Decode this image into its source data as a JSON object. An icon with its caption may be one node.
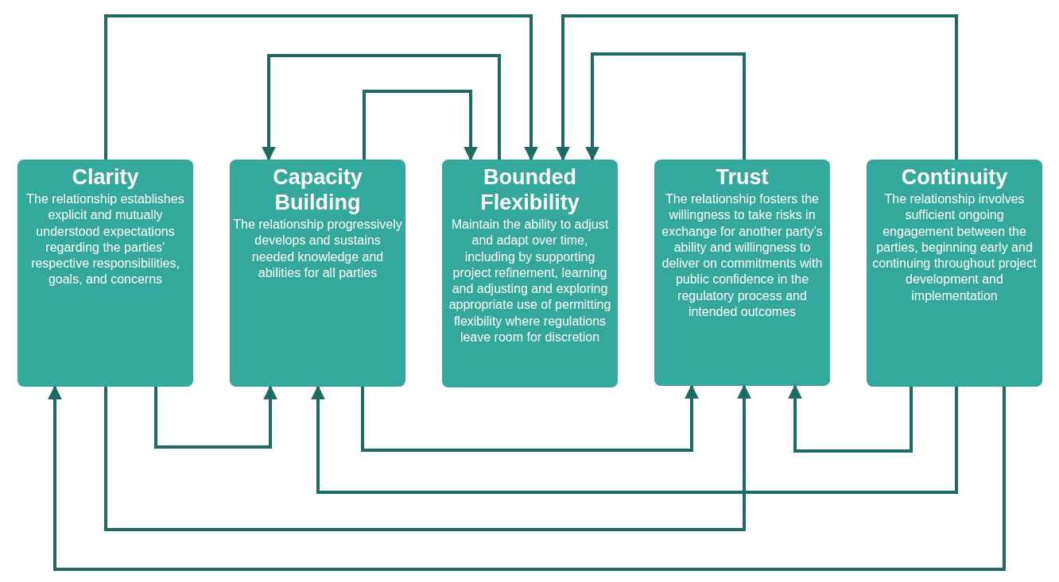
{
  "diagram": {
    "nodes": [
      {
        "text": [
          "Clarity",
          "The relationship establishes explicit and mutually understood expectations regarding the parties’ respective responsibilities, goals, and concerns"
        ]
      },
      {
        "text": [
          "Capacity Building",
          "The relationship progressively develops and sustains needed knowledge and abilities for all parties"
        ]
      },
      {
        "text": [
          "Bounded Flexibility",
          "Maintain the ability to adjust and adapt over time, including by supporting project refinement, learning and adjusting and exploring appropriate use of permitting flexibility where regulations leave room for discretion"
        ]
      },
      {
        "text": [
          "Trust",
          "The relationship fosters the willingness to take risks in exchange for another party’s ability and willingness to deliver on commitments with public confidence in the regulatory process and intended outcomes"
        ]
      },
      {
        "text": [
          "Continuity",
          "The relationship involves sufficient ongoing engagement between the parties, beginning early and continuing throughout project development and implementation"
        ]
      }
    ],
    "edges": [
      {
        "from": 0,
        "to": 2,
        "arrow": "to"
      },
      {
        "from": 2,
        "to": 1,
        "arrow": "to"
      },
      {
        "from": 1,
        "to": 2,
        "arrow": "to"
      },
      {
        "from": 4,
        "to": 2,
        "arrow": "to"
      },
      {
        "from": 3,
        "to": 2,
        "arrow": "to"
      },
      {
        "from": 0,
        "to": 1,
        "arrow": "to"
      },
      {
        "from": 1,
        "to": 3,
        "arrow": "to"
      },
      {
        "from": 4,
        "to": 3,
        "arrow": "to"
      },
      {
        "from": 4,
        "to": 1,
        "arrow": "to"
      },
      {
        "from": 0,
        "to": 3,
        "arrow": "to"
      },
      {
        "from": 4,
        "to": 0,
        "arrow": "to"
      }
    ]
  }
}
